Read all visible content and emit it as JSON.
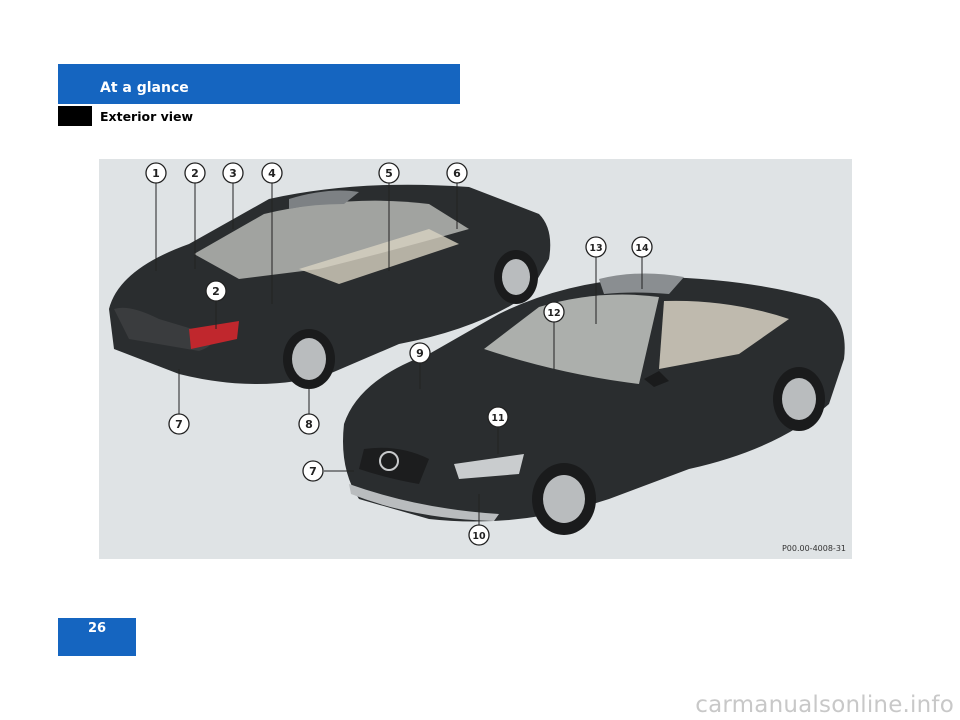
{
  "header": {
    "section": "At a glance",
    "subsection": "Exterior view"
  },
  "figure": {
    "code": "P00.00-4008-31",
    "callouts_rear": [
      "1",
      "2",
      "3",
      "4",
      "5",
      "6",
      "2",
      "7",
      "8"
    ],
    "callouts_front": [
      "13",
      "14",
      "12",
      "9",
      "11",
      "7",
      "10"
    ]
  },
  "page": {
    "number": "26"
  },
  "watermark": "carmanualsonline.info",
  "colors": {
    "accent": "#1565c0",
    "car_body": "#2a2d2f",
    "figure_bg": "#dfe3e5"
  }
}
